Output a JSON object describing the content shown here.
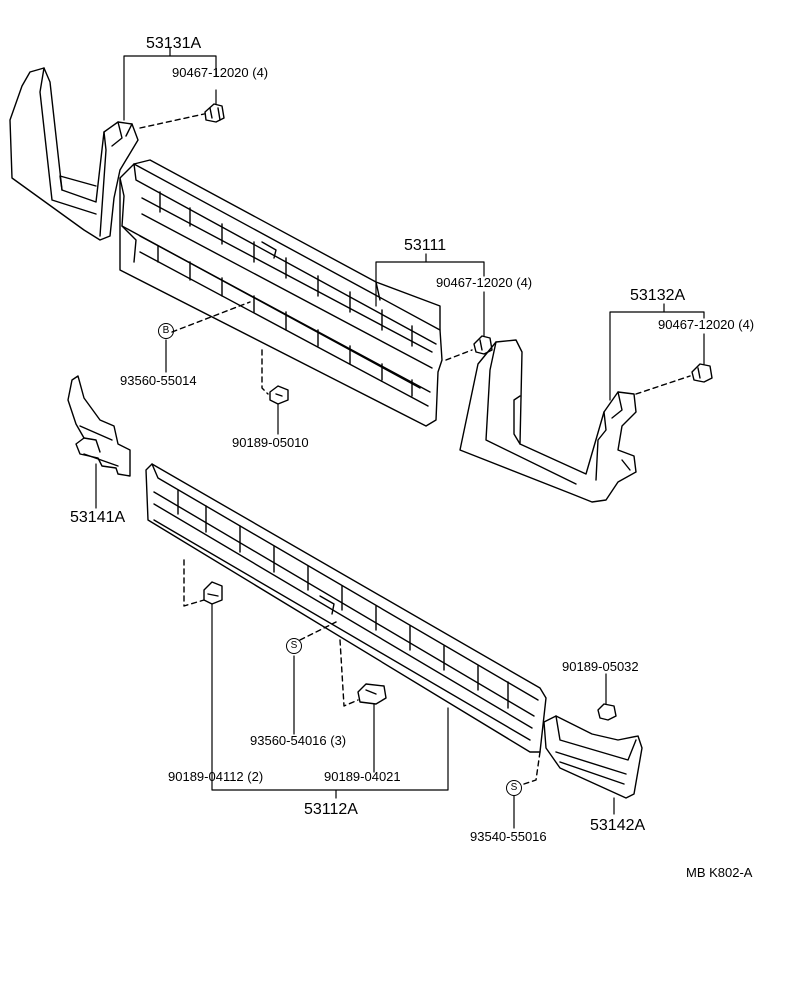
{
  "labels": {
    "p53131A": "53131A",
    "p90467_1": "90467-12020 (4)",
    "p53111": "53111",
    "p90467_2": "90467-12020 (4)",
    "p53132A": "53132A",
    "p90467_3": "90467-12020 (4)",
    "p93560_55014": "93560-55014",
    "p90189_05010": "90189-05010",
    "p53141A": "53141A",
    "p90189_05032": "90189-05032",
    "p93560_54016": "93560-54016 (3)",
    "p90189_04112": "90189-04112 (2)",
    "p90189_04021": "90189-04021",
    "p53112A": "53112A",
    "p93540_55016": "93540-55016",
    "p53142A": "53142A",
    "code": "MB  K802-A"
  },
  "symbols": {
    "b": "B",
    "s1": "S",
    "s2": "S"
  },
  "colors": {
    "line": "#000000",
    "background": "#ffffff"
  }
}
